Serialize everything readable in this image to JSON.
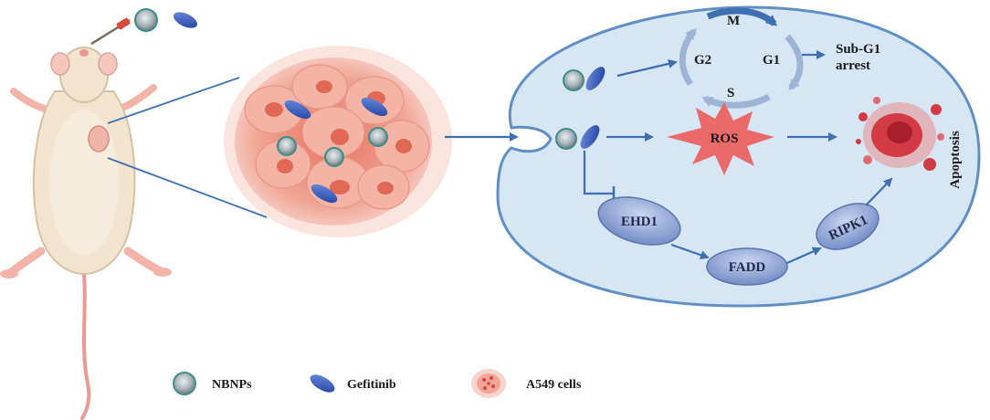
{
  "cycle": {
    "phase_m": "M",
    "phase_g1": "G1",
    "phase_g2": "G2",
    "phase_s": "S",
    "arrest_line1": "Sub-G1",
    "arrest_line2": "arrest"
  },
  "ros_label": "ROS",
  "apoptosis_label": "Apoptosis",
  "proteins": {
    "ehd1": "EHD1",
    "fadd": "FADD",
    "ripk1": "RIPK1"
  },
  "legend": {
    "nbnps": "NBNPs",
    "gefitinib": "Gefitinib",
    "a549": "A549 cells"
  },
  "colors": {
    "cell_fill": "#d7e6f4",
    "cell_stroke": "#5f8fc4",
    "arrow": "#3e6fb0",
    "protein": "#8fa8d8",
    "drug": "#3a63c4",
    "ros": "#ea6a6a",
    "tumor": "#e88c7c",
    "apoptosis": "#d23a46"
  }
}
